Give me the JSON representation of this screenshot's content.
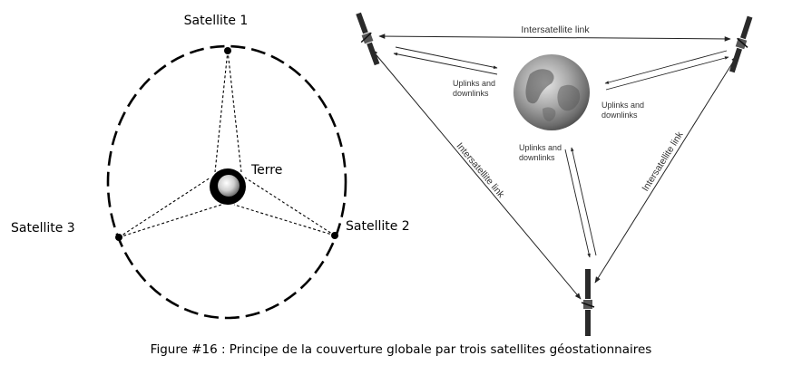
{
  "left": {
    "satellite_1": "Satellite 1",
    "satellite_2": "Satellite 2",
    "satellite_3": "Satellite 3",
    "earth": "Terre"
  },
  "right": {
    "link_top": "Intersatellite link",
    "link_left": "Intersatellite link",
    "link_right": "Intersatellite link",
    "updown_left": [
      "Uplinks and",
      "downlinks"
    ],
    "updown_right": [
      "Uplinks and",
      "downlinks"
    ],
    "updown_bottom": [
      "Uplinks and",
      "downlinks"
    ]
  },
  "caption": "Figure #16 : Principe de la couverture globale par trois satellites géostationnaires"
}
